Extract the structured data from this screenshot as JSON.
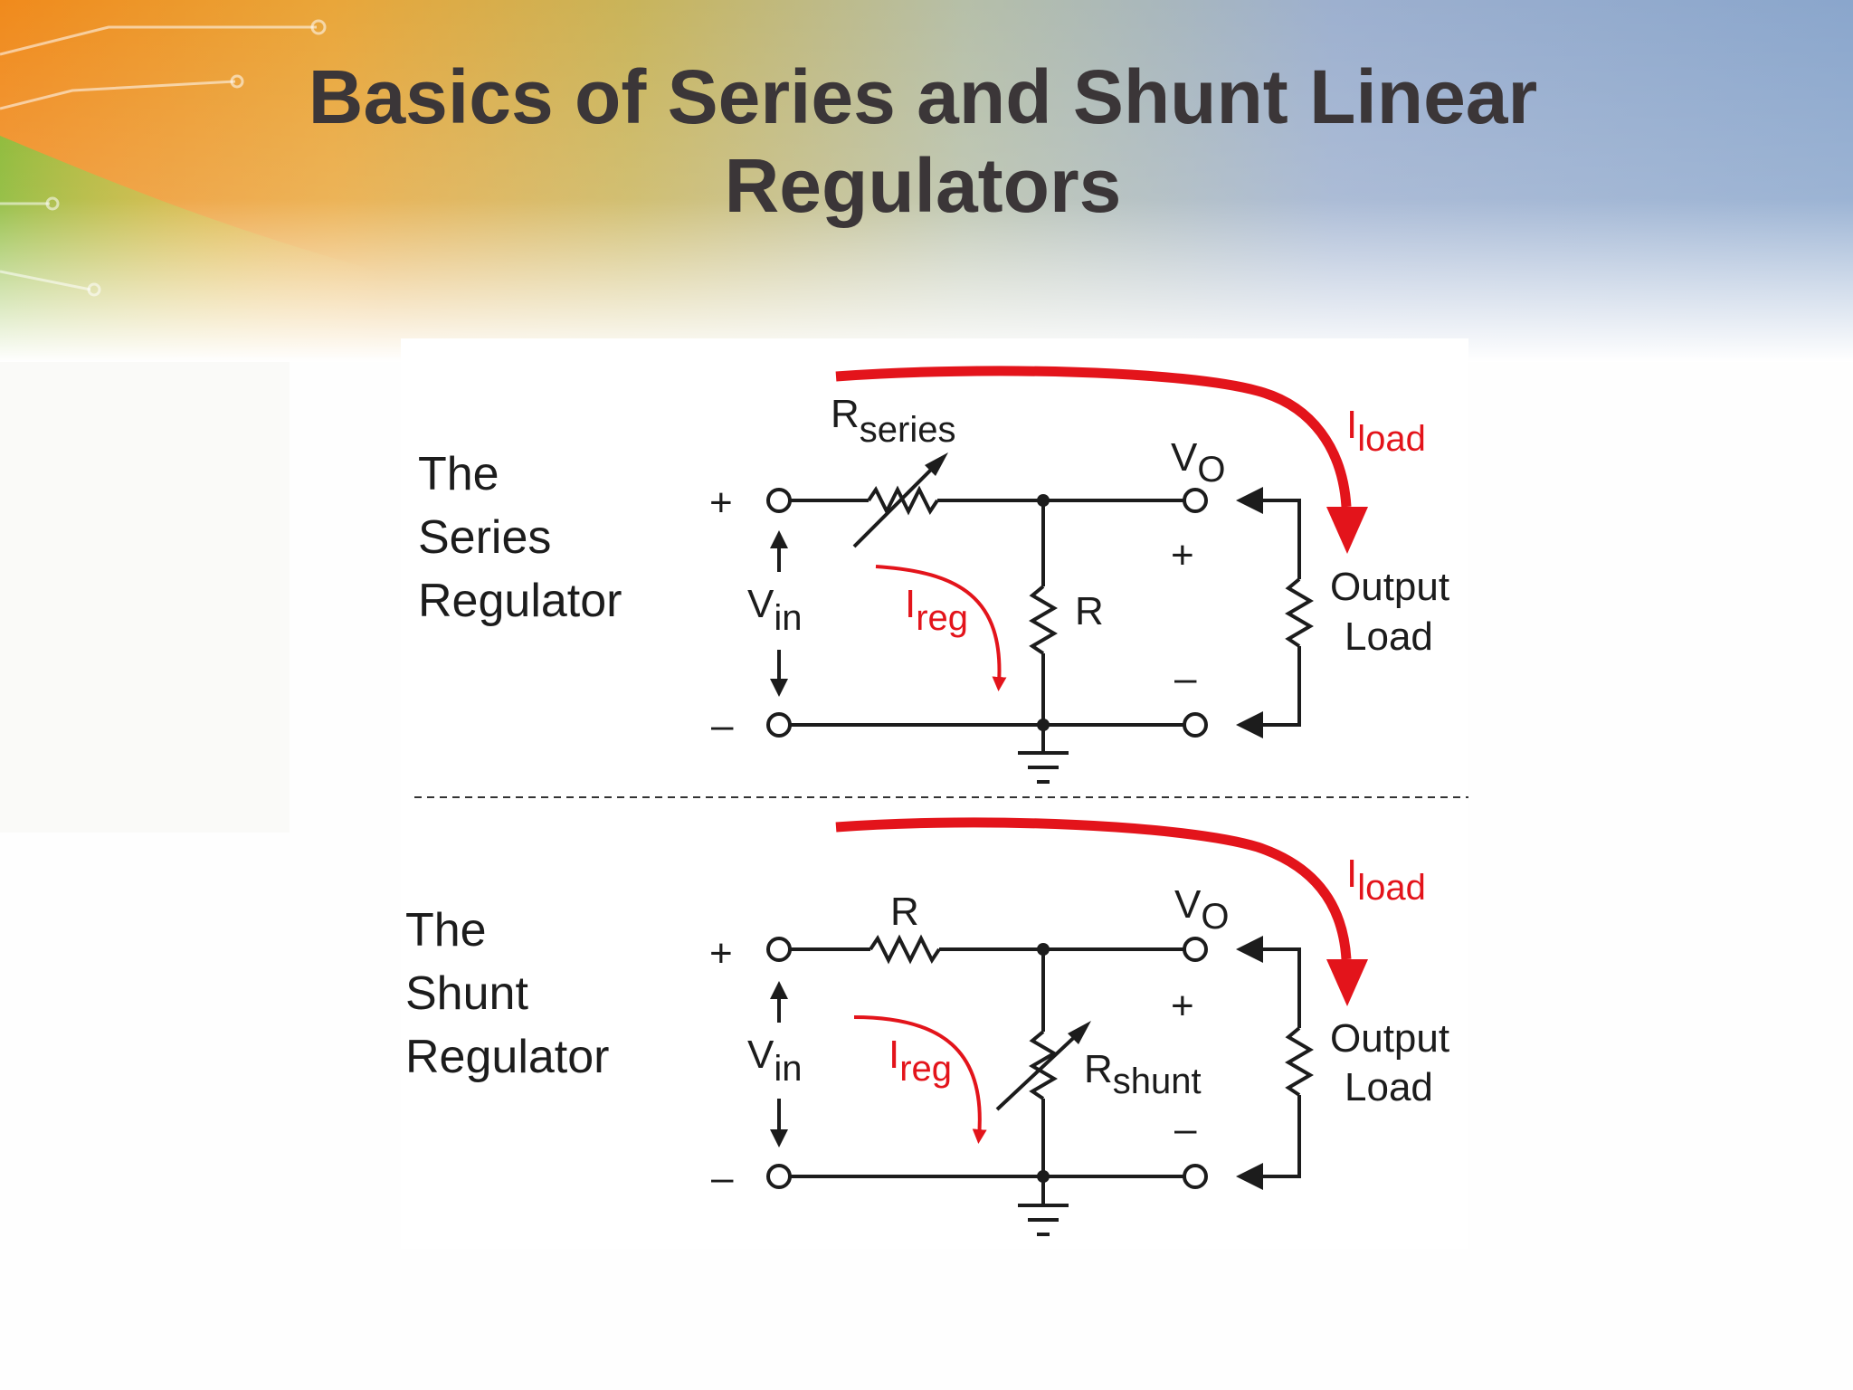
{
  "slide": {
    "title": "Basics of Series and Shunt Linear Regulators"
  },
  "colors": {
    "background_orange": "#f08a1c",
    "background_green": "#8bb82c",
    "background_blue": "#8aa6cc",
    "title_text": "#3b3638",
    "circuit_line": "#1c1c1c",
    "current_arrow": "#e3141b"
  },
  "series_circuit": {
    "caption": [
      "The",
      "Series",
      "Regulator"
    ],
    "input_plus": "+",
    "input_minus": "–",
    "vin_main": "V",
    "vin_sub": "in",
    "resistor_main": "R",
    "resistor_sub": "series",
    "vo_main": "V",
    "vo_sub": "O",
    "shunt_resistor_label": "R",
    "ireg_main": "I",
    "ireg_sub": "reg",
    "iload_main": "I",
    "iload_sub": "load",
    "output_plus": "+",
    "output_minus": "–",
    "load_label": [
      "Output",
      "Load"
    ]
  },
  "shunt_circuit": {
    "caption": [
      "The",
      "Shunt",
      "Regulator"
    ],
    "input_plus": "+",
    "input_minus": "–",
    "vin_main": "V",
    "vin_sub": "in",
    "resistor_label": "R",
    "shunt_main": "R",
    "shunt_sub": "shunt",
    "vo_main": "V",
    "vo_sub": "O",
    "ireg_main": "I",
    "ireg_sub": "reg",
    "iload_main": "I",
    "iload_sub": "load",
    "output_plus": "+",
    "output_minus": "–",
    "load_label": [
      "Output",
      "Load"
    ]
  }
}
